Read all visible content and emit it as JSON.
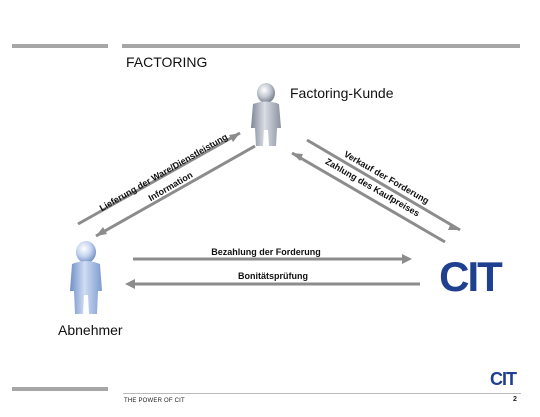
{
  "title": "FACTORING",
  "nodes": {
    "client": "Factoring-Kunde",
    "debtor": "Abnehmer"
  },
  "flows": {
    "left_outer": "Lieferung der Ware/Dienstleistung",
    "left_inner": "Information",
    "right_outer": "Verkauf der Forderung",
    "right_inner": "Zahlung des Kaufpreises",
    "bottom_top": "Bezahlung der Forderung",
    "bottom_bottom": "Bonitätsprüfung"
  },
  "brand": {
    "logo_text": "CIT",
    "color": "#1f3f8f"
  },
  "footer": {
    "tagline": "THE POWER OF CIT",
    "page": "2"
  }
}
